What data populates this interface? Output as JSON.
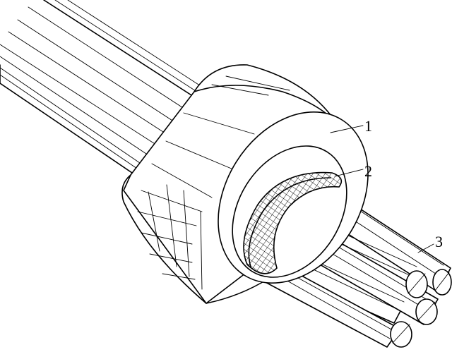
{
  "labels": {
    "part1": "1",
    "part2": "2",
    "part3": "3"
  }
}
